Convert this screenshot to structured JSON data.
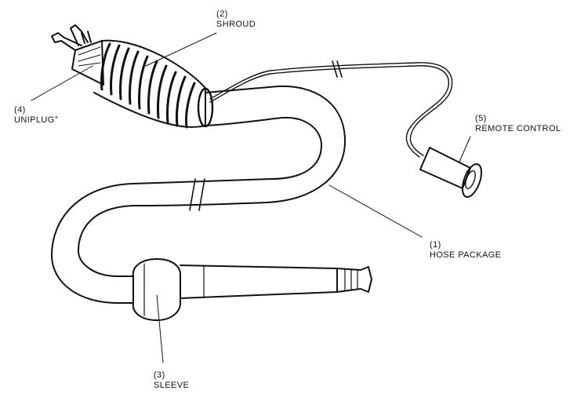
{
  "callouts": [
    {
      "key": "shroud",
      "number": "(2)",
      "name": "SHROUD"
    },
    {
      "key": "uniplug",
      "number": "(4)",
      "name": "UNIPLUG°"
    },
    {
      "key": "remote",
      "number": "(5)",
      "name": "REMOTE CONTROL"
    },
    {
      "key": "hose",
      "number": "(1)",
      "name": "HOSE PACKAGE"
    },
    {
      "key": "sleeve",
      "number": "(3)",
      "name": "SLEEVE"
    }
  ],
  "colors": {
    "ink": "#111111",
    "paper": "#ffffff"
  }
}
